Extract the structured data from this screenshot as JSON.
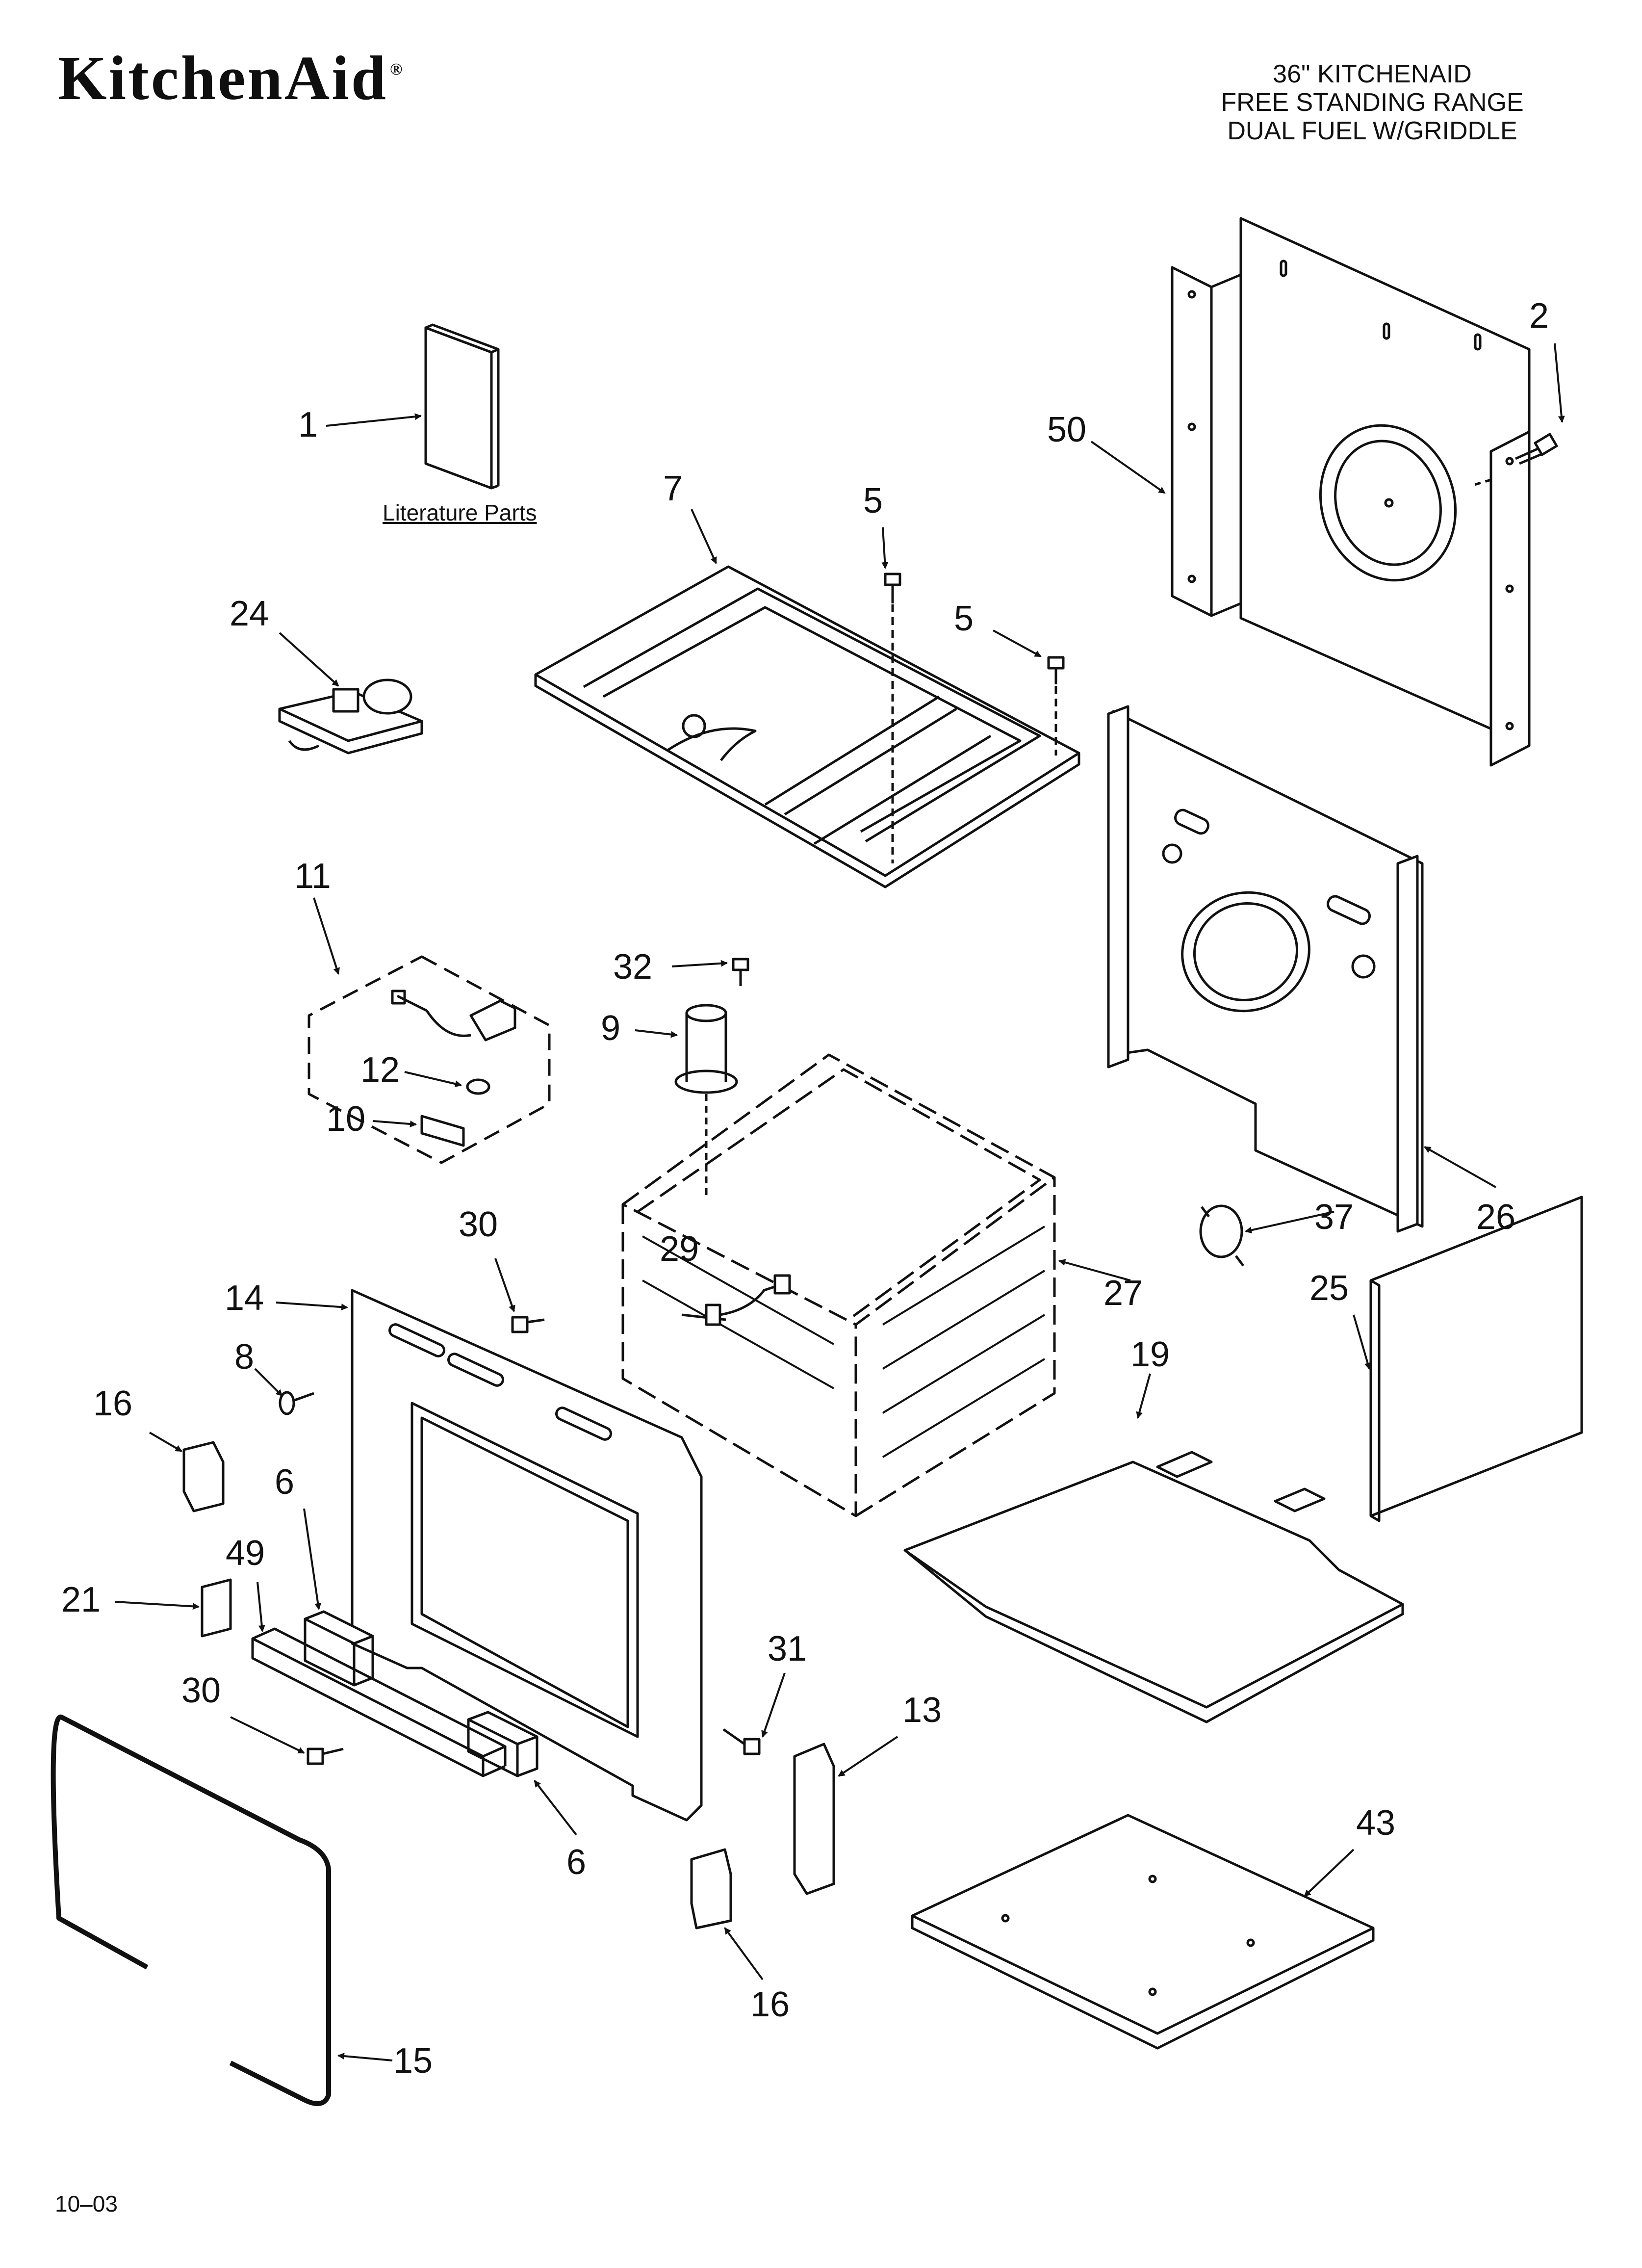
{
  "header": {
    "brand": "KitchenAid",
    "brand_mark": "®",
    "title_lines": [
      "36\" KITCHENAID",
      "FREE STANDING RANGE",
      "DUAL FUEL W/GRIDDLE"
    ]
  },
  "literature_label": "Literature Parts",
  "revision": "10–03",
  "callouts": [
    {
      "id": "c1",
      "text": "1"
    },
    {
      "id": "c2",
      "text": "2"
    },
    {
      "id": "c50",
      "text": "50"
    },
    {
      "id": "c7",
      "text": "7"
    },
    {
      "id": "c5a",
      "text": "5"
    },
    {
      "id": "c5b",
      "text": "5"
    },
    {
      "id": "c24",
      "text": "24"
    },
    {
      "id": "c11",
      "text": "11"
    },
    {
      "id": "c32",
      "text": "32"
    },
    {
      "id": "c9",
      "text": "9"
    },
    {
      "id": "c12",
      "text": "12"
    },
    {
      "id": "c10",
      "text": "10"
    },
    {
      "id": "c26",
      "text": "26"
    },
    {
      "id": "c37",
      "text": "37"
    },
    {
      "id": "c30a",
      "text": "30"
    },
    {
      "id": "c29",
      "text": "29"
    },
    {
      "id": "c27",
      "text": "27"
    },
    {
      "id": "c25",
      "text": "25"
    },
    {
      "id": "c14",
      "text": "14"
    },
    {
      "id": "c8",
      "text": "8"
    },
    {
      "id": "c19",
      "text": "19"
    },
    {
      "id": "c16a",
      "text": "16"
    },
    {
      "id": "c6a",
      "text": "6"
    },
    {
      "id": "c49",
      "text": "49"
    },
    {
      "id": "c21",
      "text": "21"
    },
    {
      "id": "c31",
      "text": "31"
    },
    {
      "id": "c30b",
      "text": "30"
    },
    {
      "id": "c13",
      "text": "13"
    },
    {
      "id": "c43",
      "text": "43"
    },
    {
      "id": "c6b",
      "text": "6"
    },
    {
      "id": "c16b",
      "text": "16"
    },
    {
      "id": "c15",
      "text": "15"
    }
  ]
}
